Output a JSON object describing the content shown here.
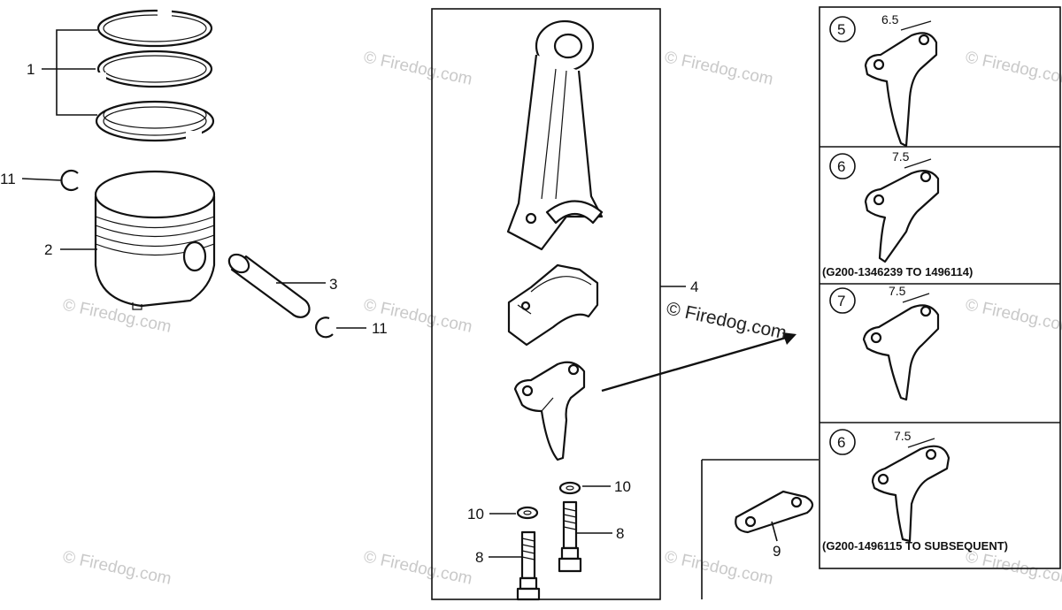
{
  "watermark": "© Firedog.com",
  "labels": {
    "p1": "1",
    "p2": "2",
    "p3": "3",
    "p4": "4",
    "p8a": "8",
    "p8b": "8",
    "p9": "9",
    "p10a": "10",
    "p10b": "10",
    "p11a": "11",
    "p11b": "11"
  },
  "variants": [
    {
      "num": "5",
      "dim": "6.5",
      "note": ""
    },
    {
      "num": "6",
      "dim": "7.5",
      "note": "(G200-1346239 TO 1496114)"
    },
    {
      "num": "7",
      "dim": "7.5",
      "note": ""
    },
    {
      "num": "6",
      "dim": "7.5",
      "note": "(G200-1496115 TO SUBSEQUENT)"
    }
  ]
}
